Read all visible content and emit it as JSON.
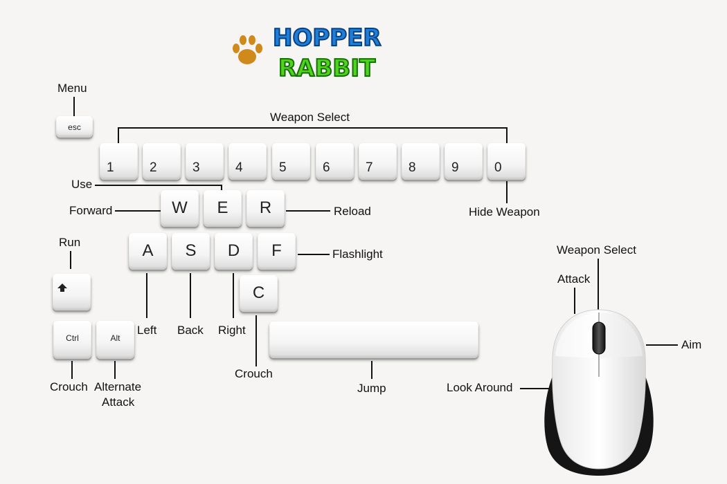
{
  "logo": {
    "line1": "HOPPER",
    "line2": "RABBIT",
    "icon": "paw-icon"
  },
  "keys": {
    "esc": "esc",
    "numbers": [
      "1",
      "2",
      "3",
      "4",
      "5",
      "6",
      "7",
      "8",
      "9",
      "0"
    ],
    "w": "W",
    "e": "E",
    "r": "R",
    "a": "A",
    "s": "S",
    "d": "D",
    "f": "F",
    "c": "C",
    "shift_icon": "shift-arrow-icon",
    "ctrl": "Ctrl",
    "alt": "Alt",
    "space": ""
  },
  "labels": {
    "menu": "Menu",
    "weapon_select": "Weapon Select",
    "use": "Use",
    "forward": "Forward",
    "reload": "Reload",
    "hide_weapon": "Hide Weapon",
    "run": "Run",
    "flashlight": "Flashlight",
    "left": "Left",
    "back": "Back",
    "right": "Right",
    "crouch_c": "Crouch",
    "jump": "Jump",
    "crouch_ctrl": "Crouch",
    "alternate_attack_1": "Alternate",
    "alternate_attack_2": "Attack",
    "mouse_weapon_select": "Weapon Select",
    "mouse_attack": "Attack",
    "mouse_aim": "Aim",
    "mouse_look_around": "Look Around"
  },
  "colors": {
    "background": "#f6f5f3",
    "logo_blue": "#1e7fd6",
    "logo_green": "#4fd41a",
    "paw": "#d08a1c"
  }
}
